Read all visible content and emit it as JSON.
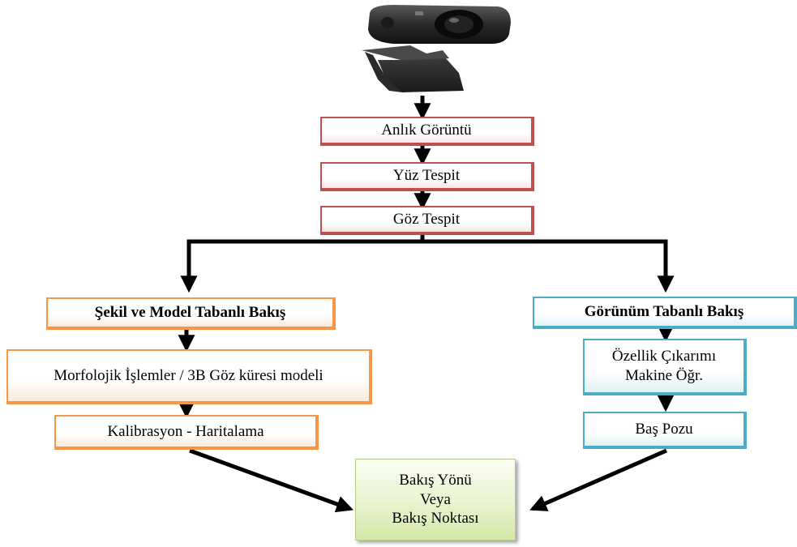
{
  "colors": {
    "red_border": "#c0504d",
    "orange_border": "#f79646",
    "blue_border": "#4bacc6",
    "green_fill": "#d7eab0",
    "arrow": "#000000"
  },
  "camera": {
    "icon": "webcam-icon"
  },
  "steps": {
    "anlik_goruntu": "Anlık Görüntü",
    "yuz_tespit": "Yüz Tespit",
    "goz_tespit": "Göz Tespit"
  },
  "left_branch": {
    "title": "Şekil ve Model Tabanlı Bakış",
    "step1": "Morfolojik İşlemler / 3B Göz küresi modeli",
    "step2": "Kalibrasyon - Haritalama"
  },
  "right_branch": {
    "title": "Görünüm Tabanlı Bakış",
    "step1_line1": "Özellik Çıkarımı",
    "step1_line2": "Makine Öğr.",
    "step2": "Baş Pozu"
  },
  "result": {
    "line1": "Bakış Yönü",
    "line2": "Veya",
    "line3": "Bakış Noktası"
  }
}
